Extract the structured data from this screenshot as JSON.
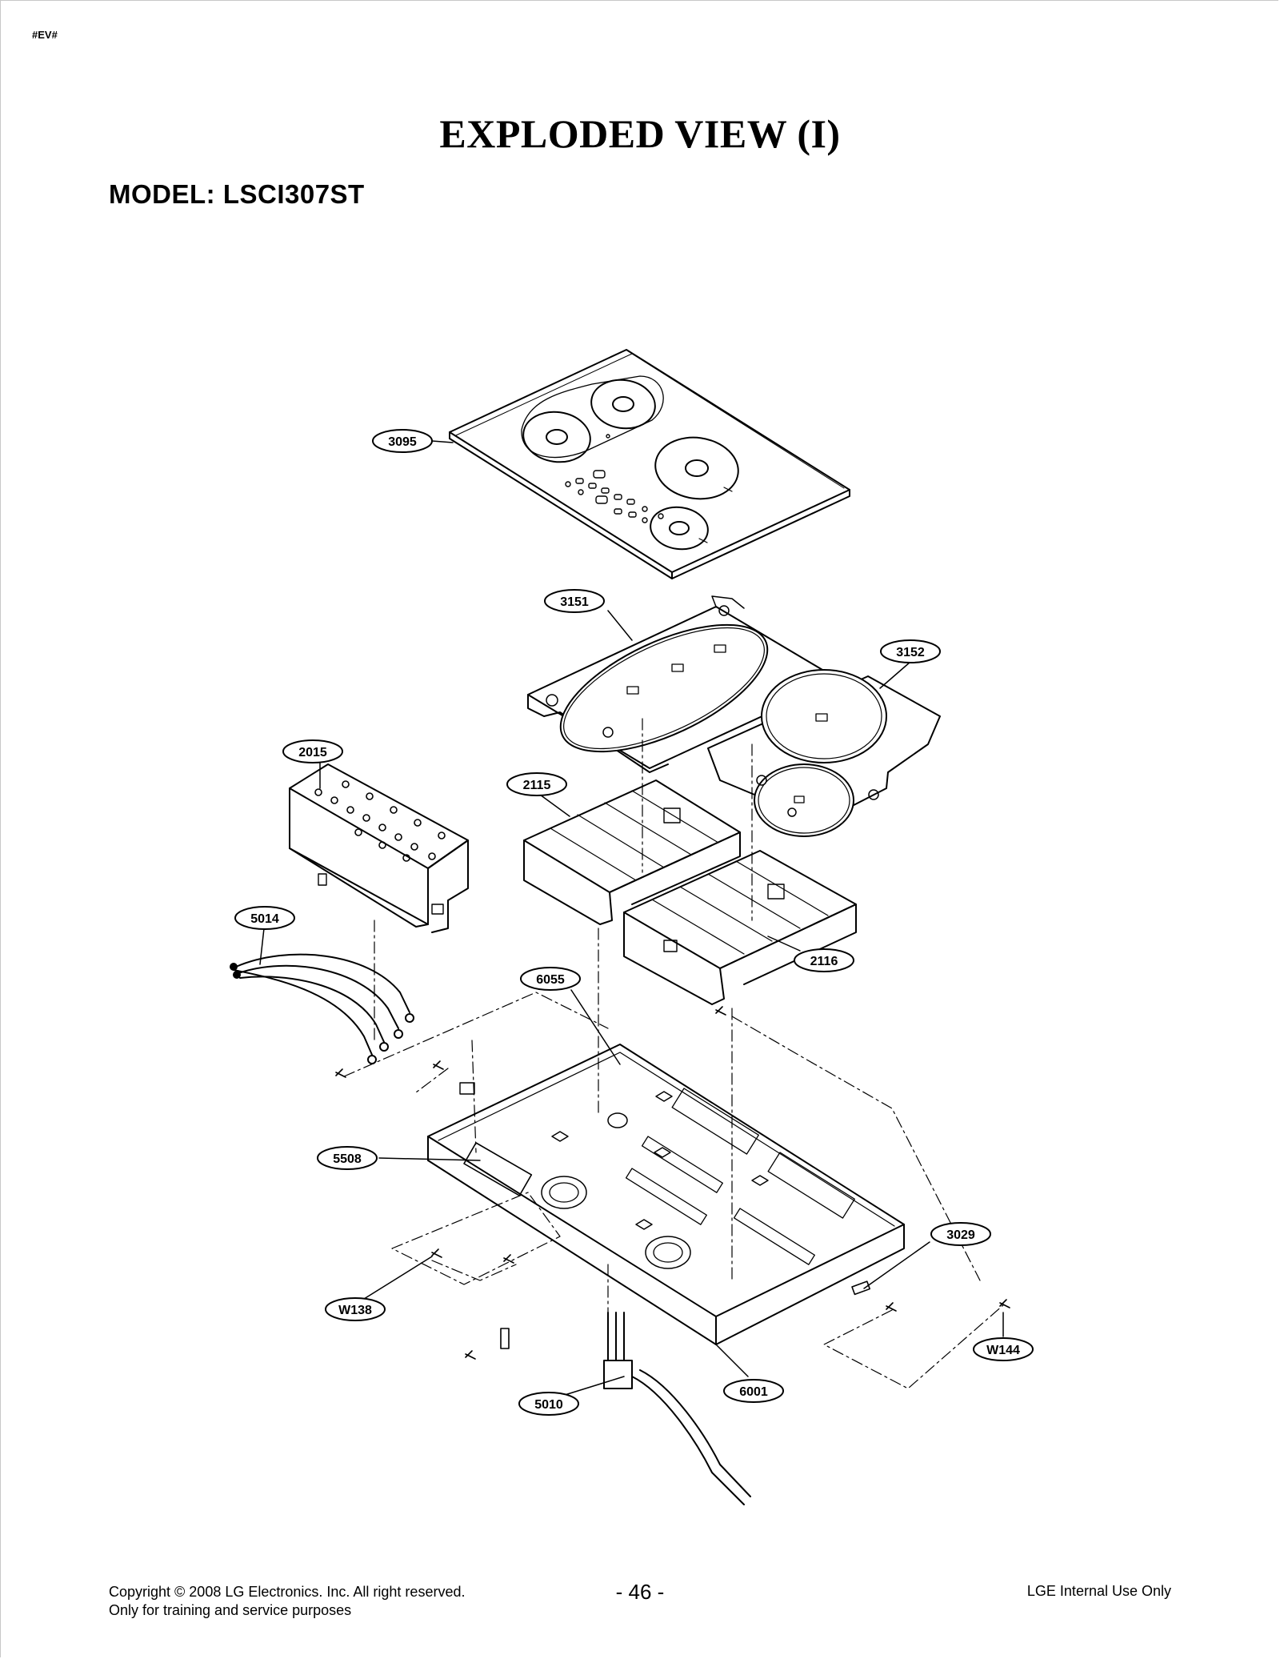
{
  "page": {
    "marker": "#EV#",
    "title": "EXPLODED VIEW (I)",
    "model": "MODEL: LSCI307ST"
  },
  "callouts": [
    {
      "id": "c3095",
      "label": "3095"
    },
    {
      "id": "c3151",
      "label": "3151"
    },
    {
      "id": "c3152",
      "label": "3152"
    },
    {
      "id": "c2015",
      "label": "2015"
    },
    {
      "id": "c2115",
      "label": "2115"
    },
    {
      "id": "c5014",
      "label": "5014"
    },
    {
      "id": "c2116",
      "label": "2116"
    },
    {
      "id": "c6055",
      "label": "6055"
    },
    {
      "id": "c5508",
      "label": "5508"
    },
    {
      "id": "c3029",
      "label": "3029"
    },
    {
      "id": "cW138",
      "label": "W138"
    },
    {
      "id": "cW144",
      "label": "W144"
    },
    {
      "id": "c5010",
      "label": "5010"
    },
    {
      "id": "c6001",
      "label": "6001"
    }
  ],
  "footer": {
    "copyright": "Copyright © 2008 LG Electronics. Inc. All right reserved.",
    "purpose": "Only for training and service purposes",
    "page_number": "- 46 -",
    "internal": "LGE Internal Use Only"
  }
}
